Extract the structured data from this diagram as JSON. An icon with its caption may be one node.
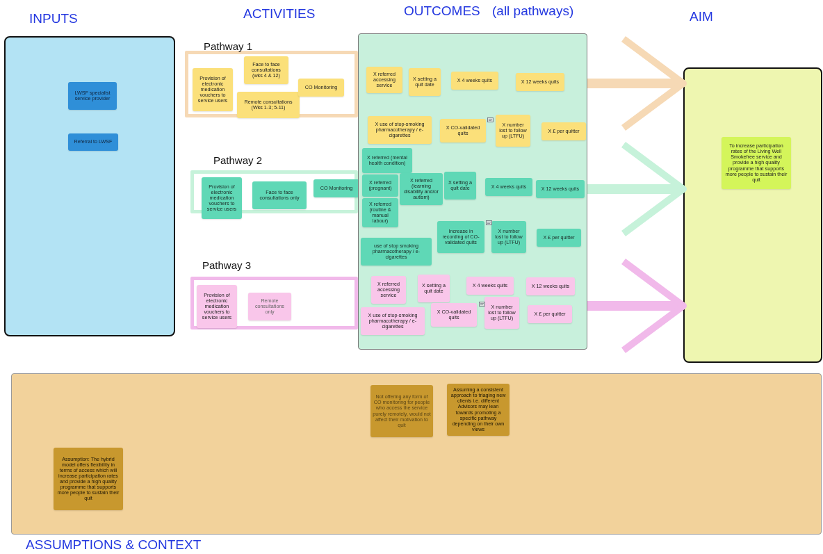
{
  "diagram": {
    "nodes": [
      {
        "text": [
          "INPUTS"
        ]
      },
      {
        "text": [
          "LWSF specialist service provider"
        ],
        "in": 0
      },
      {
        "text": [
          "Referral to LWSF"
        ],
        "in": 0
      },
      {
        "text": [
          "Pathway 1"
        ]
      },
      {
        "text": [
          "Provision of electronic medication vouchers to service users"
        ],
        "in": 3
      },
      {
        "text": [
          "Face to face consultations (wks 4 & 12)"
        ],
        "in": 3
      },
      {
        "text": [
          "Remote consultations (Wks 1-3; 5-11)"
        ],
        "in": 3
      },
      {
        "text": [
          "CO Monitoring"
        ],
        "in": 3
      },
      {
        "text": [
          "Pathway 2"
        ]
      },
      {
        "text": [
          "Provision of electronic medication vouchers to service users"
        ],
        "in": 8
      },
      {
        "text": [
          "Face to face consultations only"
        ],
        "in": 8
      },
      {
        "text": [
          "CO Monitoring"
        ],
        "in": 8
      },
      {
        "text": [
          "Pathway 3"
        ]
      },
      {
        "text": [
          "Provision of electronic medication vouchers to service users"
        ],
        "in": 12
      },
      {
        "text": [
          "Remote consultations only"
        ],
        "in": 12
      },
      {
        "text": [
          "OUTCOMES",
          "(all pathways)"
        ]
      },
      {
        "text": [
          "X referred accessing service"
        ],
        "in": 15
      },
      {
        "text": [
          "X setting a quit date"
        ],
        "in": 15
      },
      {
        "text": [
          "X 4 weeks quits"
        ],
        "in": 15
      },
      {
        "text": [
          "X 12 weeks quits"
        ],
        "in": 15
      },
      {
        "text": [
          "X use of stop-smoking pharmacotherapy / e-cigarettes"
        ],
        "in": 15
      },
      {
        "text": [
          "X CO-validated quits"
        ],
        "in": 15
      },
      {
        "text": [
          "X number lost to follow up (LTFU)"
        ],
        "in": 15
      },
      {
        "text": [
          "X £ per quitter"
        ],
        "in": 15
      },
      {
        "text": [
          "X referred (mental health condition)"
        ],
        "in": 15
      },
      {
        "text": [
          "X referred (pregnant)"
        ],
        "in": 15
      },
      {
        "text": [
          "X referred (learning disability and/or autism)"
        ],
        "in": 15
      },
      {
        "text": [
          "X referred (routine & manual labour)"
        ],
        "in": 15
      },
      {
        "text": [
          "X setting a quit date"
        ],
        "in": 15
      },
      {
        "text": [
          "X 4 weeks quits"
        ],
        "in": 15
      },
      {
        "text": [
          "X 12 weeks quits"
        ],
        "in": 15
      },
      {
        "text": [
          "Increase in recording of CO-validated quits"
        ],
        "in": 15
      },
      {
        "text": [
          "X number lost to follow up (LTFU)"
        ],
        "in": 15
      },
      {
        "text": [
          "X £ per quitter"
        ],
        "in": 15
      },
      {
        "text": [
          "use of stop smoking pharmacotherapy / e-cigarettes"
        ],
        "in": 15
      },
      {
        "text": [
          "X referred accessing service"
        ],
        "in": 15
      },
      {
        "text": [
          "X setting a quit date"
        ],
        "in": 15
      },
      {
        "text": [
          "X 4 weeks quits"
        ],
        "in": 15
      },
      {
        "text": [
          "X 12 weeks quits"
        ],
        "in": 15
      },
      {
        "text": [
          "X use of stop-smoking pharmacotherapy / e-cigarettes"
        ],
        "in": 15
      },
      {
        "text": [
          "X CO-validated quits"
        ],
        "in": 15
      },
      {
        "text": [
          "X number lost to follow up (LTFU)"
        ],
        "in": 15
      },
      {
        "text": [
          "X £ per quitter"
        ],
        "in": 15
      },
      {
        "text": [
          "AIM"
        ]
      },
      {
        "text": [
          "To increase participation rates of the Living Well Smokefree service and provide a high quality programme that supports more people to sustain their quit"
        ],
        "in": 43
      },
      {
        "text": [
          "ASSUMPTIONS & CONTEXT"
        ]
      },
      {
        "text": [
          "Not offering any form of CO monitoring for people who access the service purely remotely, would not affect their motivation to quit"
        ],
        "in": 45
      },
      {
        "text": [
          "Assuming a consistent approach to triaging new clients i.e. different Advisors may lean towards promoting a specific pathway depending on their own views"
        ],
        "in": 45
      },
      {
        "text": [
          "Assumption: The hybrid model offers flexibility in terms of access which will increase participation rates and provide a high quality programme that supports more people to sustain their quit"
        ],
        "in": 45
      }
    ],
    "edges": [
      {
        "from": 15,
        "to": 43,
        "arrow": "to",
        "color": "#f6d9b5"
      },
      {
        "from": 15,
        "to": 43,
        "arrow": "to",
        "color": "#c6f2da"
      },
      {
        "from": 15,
        "to": 43,
        "arrow": "to",
        "color": "#f1b9ea"
      }
    ],
    "labels": [
      "ACTIVITIES"
    ]
  }
}
